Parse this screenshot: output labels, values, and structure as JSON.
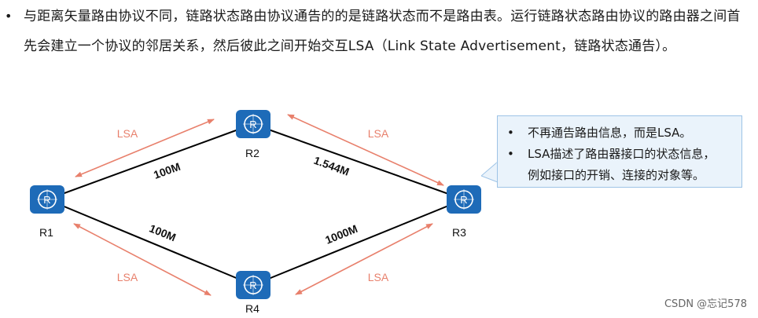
{
  "intro": {
    "bullet": "•",
    "text": "与距离矢量路由协议不同，链路状态路由协议通告的的是链路状态而不是路由表。运行链路状态路由协议的路由器之间首先会建立一个协议的邻居关系，然后彼此之间开始交互LSA（Link State Advertisement，链路状态通告）。"
  },
  "routers": {
    "r1": "R1",
    "r2": "R2",
    "r3": "R3",
    "r4": "R4"
  },
  "links": {
    "r1_r2": "100M",
    "r2_r3": "1.544M",
    "r1_r4": "100M",
    "r4_r3": "1000M"
  },
  "lsa": {
    "top_left": "LSA",
    "top_right": "LSA",
    "bottom_left": "LSA",
    "bottom_right": "LSA"
  },
  "callout": {
    "bullet": "•",
    "items": [
      "不再通告路由信息，而是LSA。",
      "LSA描述了路由器接口的状态信息，",
      "例如接口的开销、连接的对象等。"
    ]
  },
  "watermark": "CSDN @忘记578",
  "colors": {
    "router_fill": "#1e6bb8",
    "lsa_arrow": "#e8806c",
    "lsa_text": "#e8806c",
    "callout_bg": "#eaf3fb",
    "callout_border": "#9dc3e6"
  },
  "icons": {
    "router": "router-icon"
  }
}
